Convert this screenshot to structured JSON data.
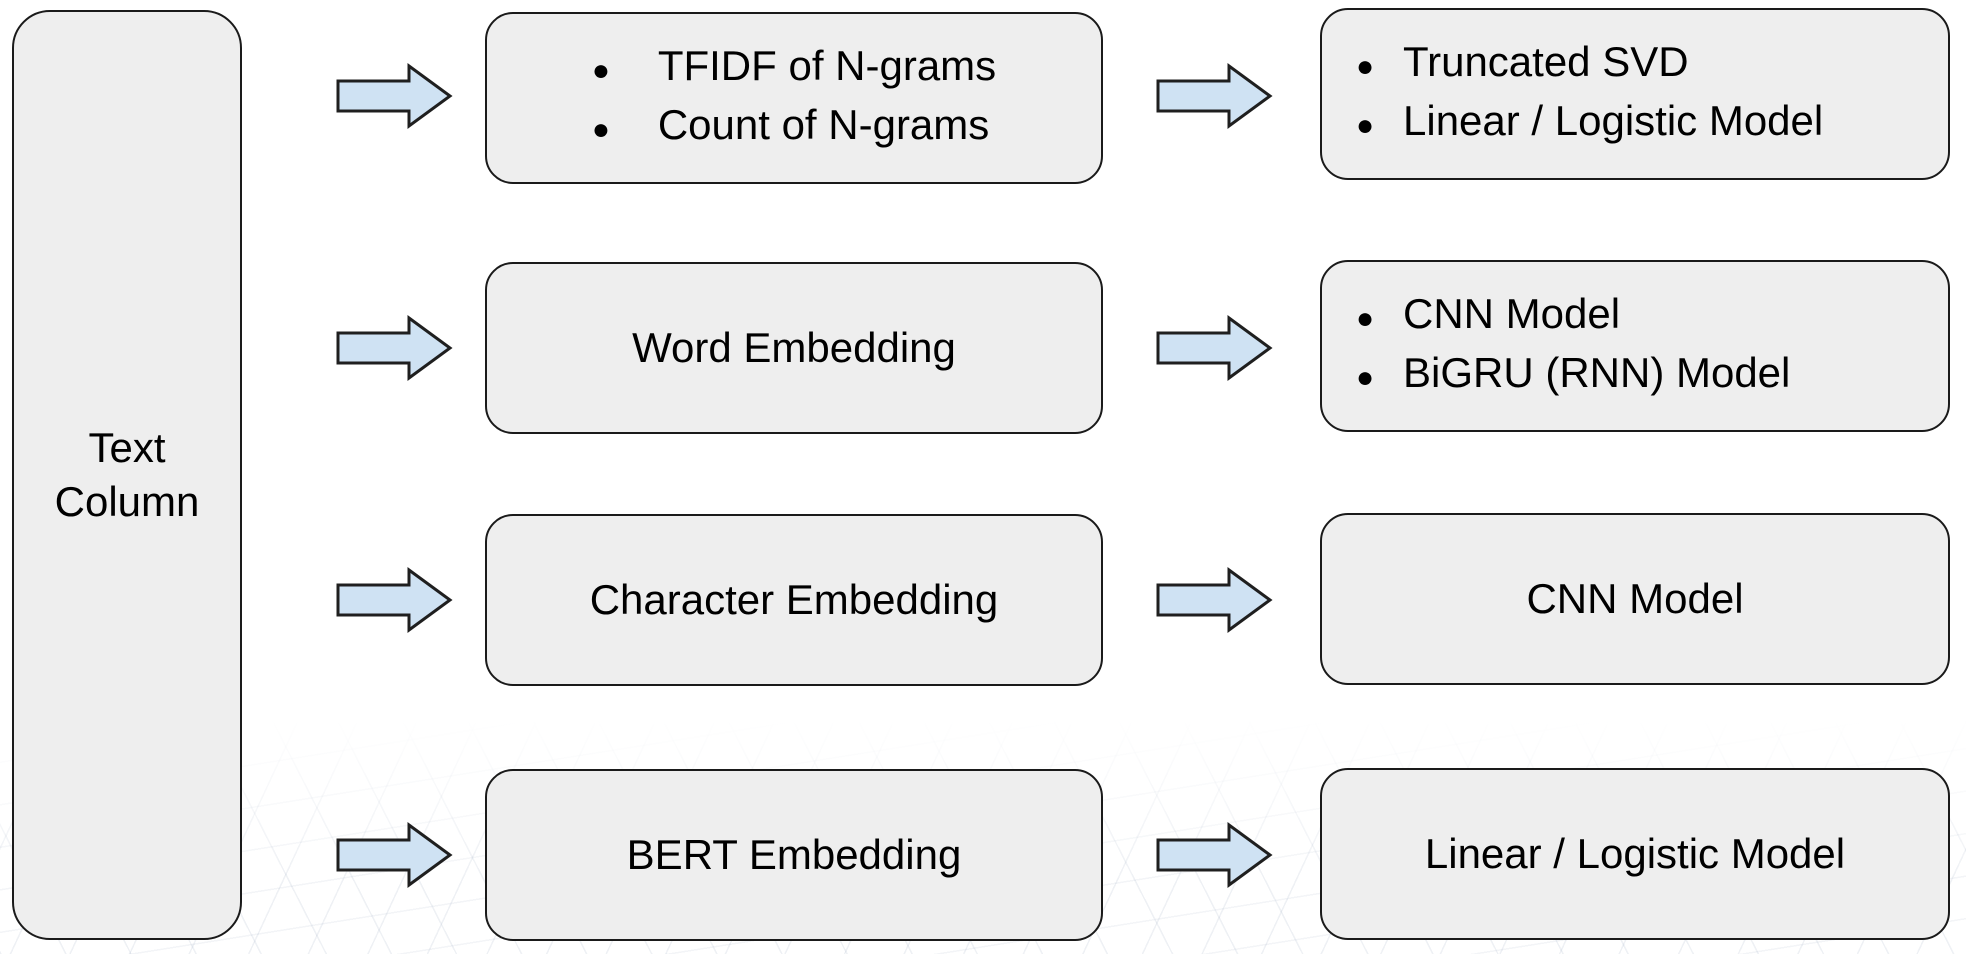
{
  "diagram": {
    "source_label": "Text Column",
    "bullet_glyph": "●",
    "rows": [
      {
        "features": {
          "style": "bullets",
          "items": [
            "TFIDF of N-grams",
            "Count of N-grams"
          ]
        },
        "models": {
          "style": "bullets",
          "items": [
            "Truncated SVD",
            "Linear / Logistic Model"
          ]
        }
      },
      {
        "features": {
          "style": "center",
          "items": [
            "Word Embedding"
          ]
        },
        "models": {
          "style": "bullets",
          "items": [
            "CNN Model",
            "BiGRU (RNN) Model"
          ]
        }
      },
      {
        "features": {
          "style": "center",
          "items": [
            "Character Embedding"
          ]
        },
        "models": {
          "style": "center",
          "items": [
            "CNN Model"
          ]
        }
      },
      {
        "features": {
          "style": "center",
          "items": [
            "BERT Embedding"
          ]
        },
        "models": {
          "style": "center",
          "items": [
            "Linear / Logistic Model"
          ]
        }
      }
    ],
    "colors": {
      "background": "#ffffff",
      "box_fill": "#eeeeee",
      "box_border": "#1a1a1a",
      "arrow_fill": "#cfe2f3",
      "arrow_border": "#1f1f1f",
      "text_color": "#000000"
    }
  }
}
